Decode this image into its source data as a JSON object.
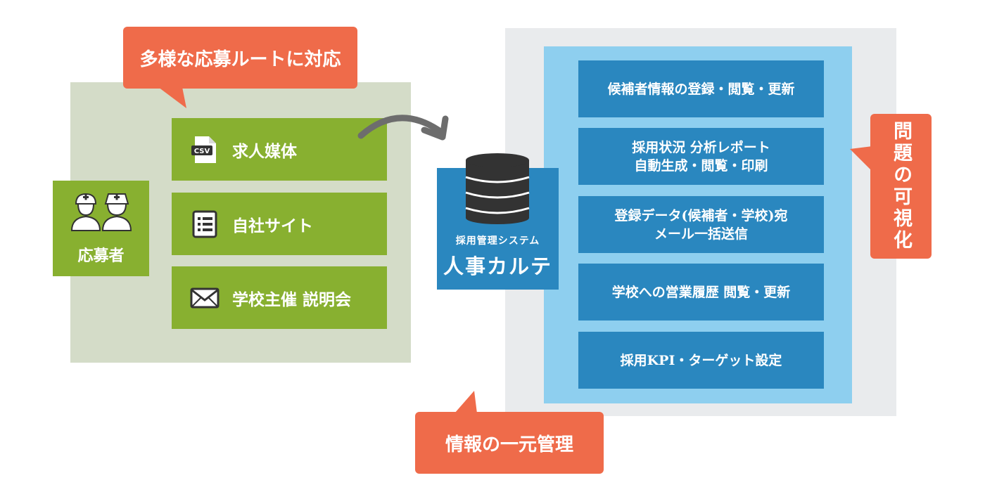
{
  "callouts": {
    "routes": "多様な応募ルートに対応",
    "unified": "情報の一元管理",
    "visualize": "問題の可視化"
  },
  "applicant": {
    "label": "応募者",
    "icon": "applicants-icon"
  },
  "sources": [
    {
      "label": "求人媒体",
      "icon": "csv-file-icon"
    },
    {
      "label": "自社サイト",
      "icon": "list-document-icon"
    },
    {
      "label": "学校主催 説明会",
      "icon": "envelope-icon"
    }
  ],
  "system": {
    "sub": "採用管理システム",
    "name": "人事カルテ",
    "icon": "database-icon"
  },
  "features": [
    {
      "line1": "候補者情報の登録・閲覧・更新",
      "line2": ""
    },
    {
      "line1": "採用状況 分析レポート",
      "line2": "自動生成・閲覧・印刷"
    },
    {
      "line1": "登録データ(候補者・学校)宛",
      "line2": "メール一括送信"
    },
    {
      "line1": "学校への営業履歴 閲覧・更新",
      "line2": ""
    },
    {
      "line1": "採用KPI・ターゲット設定",
      "line2": ""
    }
  ],
  "colors": {
    "green": "#88b030",
    "panel_green": "#d4dcc8",
    "callout": "#ef6b4a",
    "blue": "#2a87bf",
    "light_blue": "#8ecfef",
    "gray_panel": "#e9ebed"
  }
}
